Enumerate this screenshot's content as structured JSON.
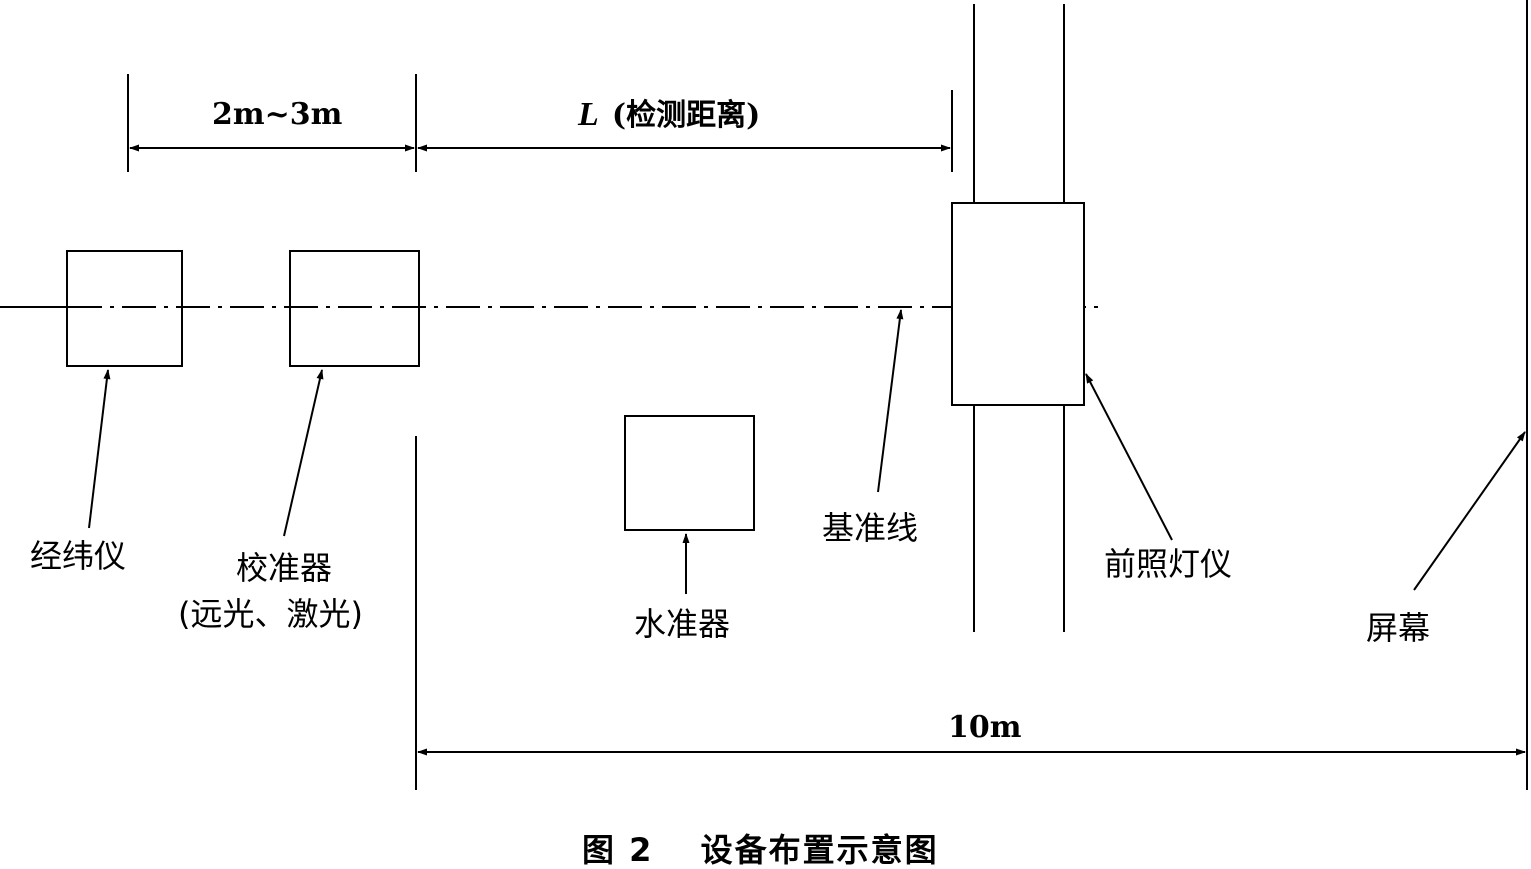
{
  "dimensions": {
    "calibrator_gap": "2m~3m",
    "detection_distance_symbol": "L",
    "detection_distance_text": "(检测距离)",
    "total_length": "10m"
  },
  "labels": {
    "theodolite": "经纬仪",
    "calibrator": "校准器",
    "calibrator_note": "(远光、激光)",
    "level": "水准器",
    "reference_line": "基准线",
    "headlamp_tester": "前照灯仪",
    "screen": "屏幕"
  },
  "caption": {
    "figure_number": "图 2",
    "title": "设备布置示意图"
  },
  "colors": {
    "line": "#000000",
    "background": "#ffffff"
  }
}
